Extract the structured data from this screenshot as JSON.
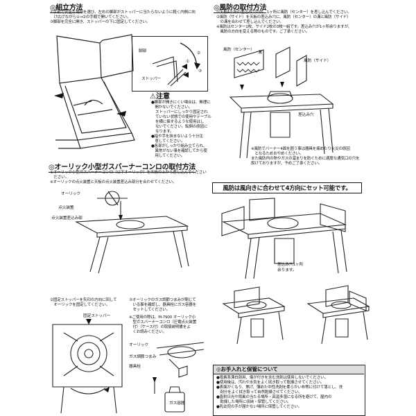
{
  "assembly": {
    "title": "◎組立方法",
    "steps": [
      "①手前で安全な場所を選び、左右の脚部がストッパーに当たらないように軽く内側に向",
      "　け広げながら①→②の手順で開いてください。",
      "③脚部を完全に開き、ストッパーの下に固定してください。"
    ],
    "labels": {
      "leg": "脚部",
      "stopper": "ストッパー"
    },
    "step_numbers": [
      "①",
      "②",
      "③"
    ]
  },
  "caution": {
    "title": "注意",
    "items": [
      "●脚部が開きにくい場合は、無理に",
      "　開かないでください。",
      "ストッパーにしっかり固定され",
      "ていない状態での使用やテーブル",
      "を横に揺するような使用はし",
      "ないでください。転倒の原因に",
      "なります。",
      "●指や手を挟まないよう十分注",
      "　意してください。",
      "●各部がしっかり組み立てられ、",
      "　異常がない事を確認してから使",
      "　用してください。"
    ]
  },
  "windscreen": {
    "title": "◎風防の取付方法",
    "steps": [
      "①天板4ヶ所の差込み穴の内、1ヶ所に風防（センター）を差し込んでください。",
      "②風防（サイド）を天板の差込み穴に、風防（センター）の溝と風防（サイド）",
      "　の溝を合わせて差し込んでください。",
      "※風防はセンター1枚、サイド2枚の3枚一組です。差込み穴が1ヶ所余りますが、",
      "　風防の方向を変える際のものです。ご了承ください。"
    ],
    "labels": {
      "center": "風防（センター）",
      "groove": "溝",
      "side": "風防（サイド）",
      "hole": "差込み穴"
    },
    "notes": [
      "※風防でバーナー4面を囲う事は器具を痛めたり火災の原因",
      "　となるためおやめください。",
      "また風防内の熱やガスの溜まりを防ぐために適度な通気口の穴を",
      "設けておりますが、予めご了承ください。"
    ]
  },
  "burner": {
    "title": "◎オーリック小型ガスバーナーコンロの取付方法",
    "steps": [
      "①オーリック小型ガスバーナーコンロ（以下オーリック）を天板の上から差し込んでください",
      "　ださい。",
      "※オーリックの点火装置と天板の点火装置差込み部分を合わせてください。"
    ],
    "labels": {
      "olic": "オーリック",
      "igniter": "点火装置",
      "igniter_slot": "点火装置差込み部"
    },
    "step2": [
      "②固定ストッパーを矢印の方向に回して",
      "　オーリックを固定してください。"
    ],
    "step2_label": "固定ストッパー",
    "step3": [
      "③オーリックのガス調節つまみが閉じて",
      "　いる事を確認し、器具栓にガス容器を",
      "　セットしてください。",
      "※ご使用の際は、M-7900 オーリック小",
      "　型ガスバーナーコンロ（圧電点火装置",
      "　付）（ケース付）の取扱説明書をよ",
      "　くお読みください。"
    ],
    "step3_labels": {
      "olic": "オーリック",
      "knob": "ガス調節つまみ",
      "valve": "器具栓",
      "canister": "ガス容器"
    }
  },
  "direction": {
    "banner": "風防は風向きに合わせて4方向にセット可能です。",
    "label": "差込み穴1ヶ所余ります。"
  },
  "care": {
    "title": "◎お手入れと保管について",
    "items": [
      "●塩素系漂白剤用、傷が付きを含む洗剤は使用しないでください。",
      "●使用後は、汚れや水気をよく拭き取って乾燥させてください。",
      "●表面がくもり、焦げ、薄めた中性洗剤を柔らかい布等に付けて落とし、洗",
      "　剤分をよく拭き取って自然乾燥させてください。",
      "●直射日光や雨風の当たる場所・高温多湿になる所を避けて、屋内の",
      "　乾燥した場所に収納・保管してください。",
      "●乳幼児の手が届かない場所に保管してください。"
    ]
  }
}
